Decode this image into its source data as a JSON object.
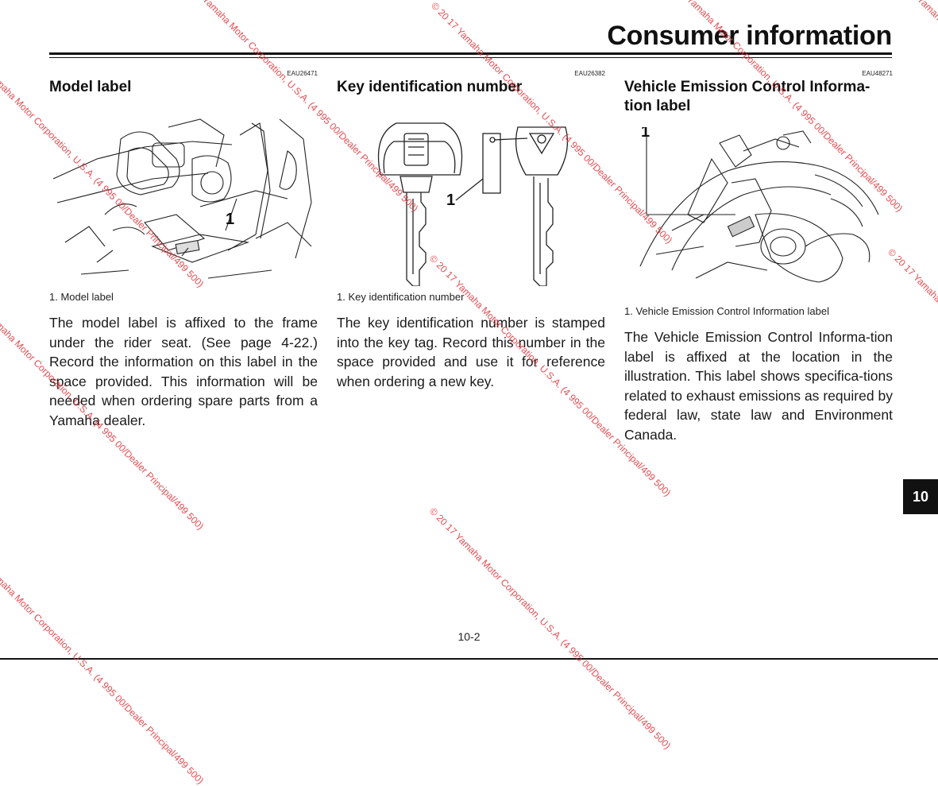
{
  "header": {
    "title": "Consumer information"
  },
  "sections": [
    {
      "code": "EAU26471",
      "title": "Model label",
      "figure_callout": "1",
      "caption": "1. Model label",
      "body": "The model label is affixed to the frame under the rider seat. (See page 4-22.) Record the information on this label in the space provided. This information will be needed when ordering spare parts from a Yamaha dealer."
    },
    {
      "code": "EAU26382",
      "title": "Key identification number",
      "figure_callout": "1",
      "caption": "1. Key identification number",
      "body": "The key identification number is stamped into the key tag. Record this number in the space provided and use it for reference when ordering a new key."
    },
    {
      "code": "EAU48271",
      "title": "Vehicle Emission Control Informa-tion label",
      "figure_callout": "1",
      "caption": "1. Vehicle Emission Control Information label",
      "body": "The Vehicle Emission Control Informa-tion label is affixed at the location in the illustration. This label shows specifica-tions related to exhaust emissions as required by federal law, state law and Environment Canada."
    }
  ],
  "chapter_tab": "10",
  "page_number": "10-2",
  "watermark": {
    "text": "© 20 17 Yamaha Motor Corporation, U.S.A. (4 995 00/Dealer Principal/499 500)",
    "color": "#e0393e"
  }
}
